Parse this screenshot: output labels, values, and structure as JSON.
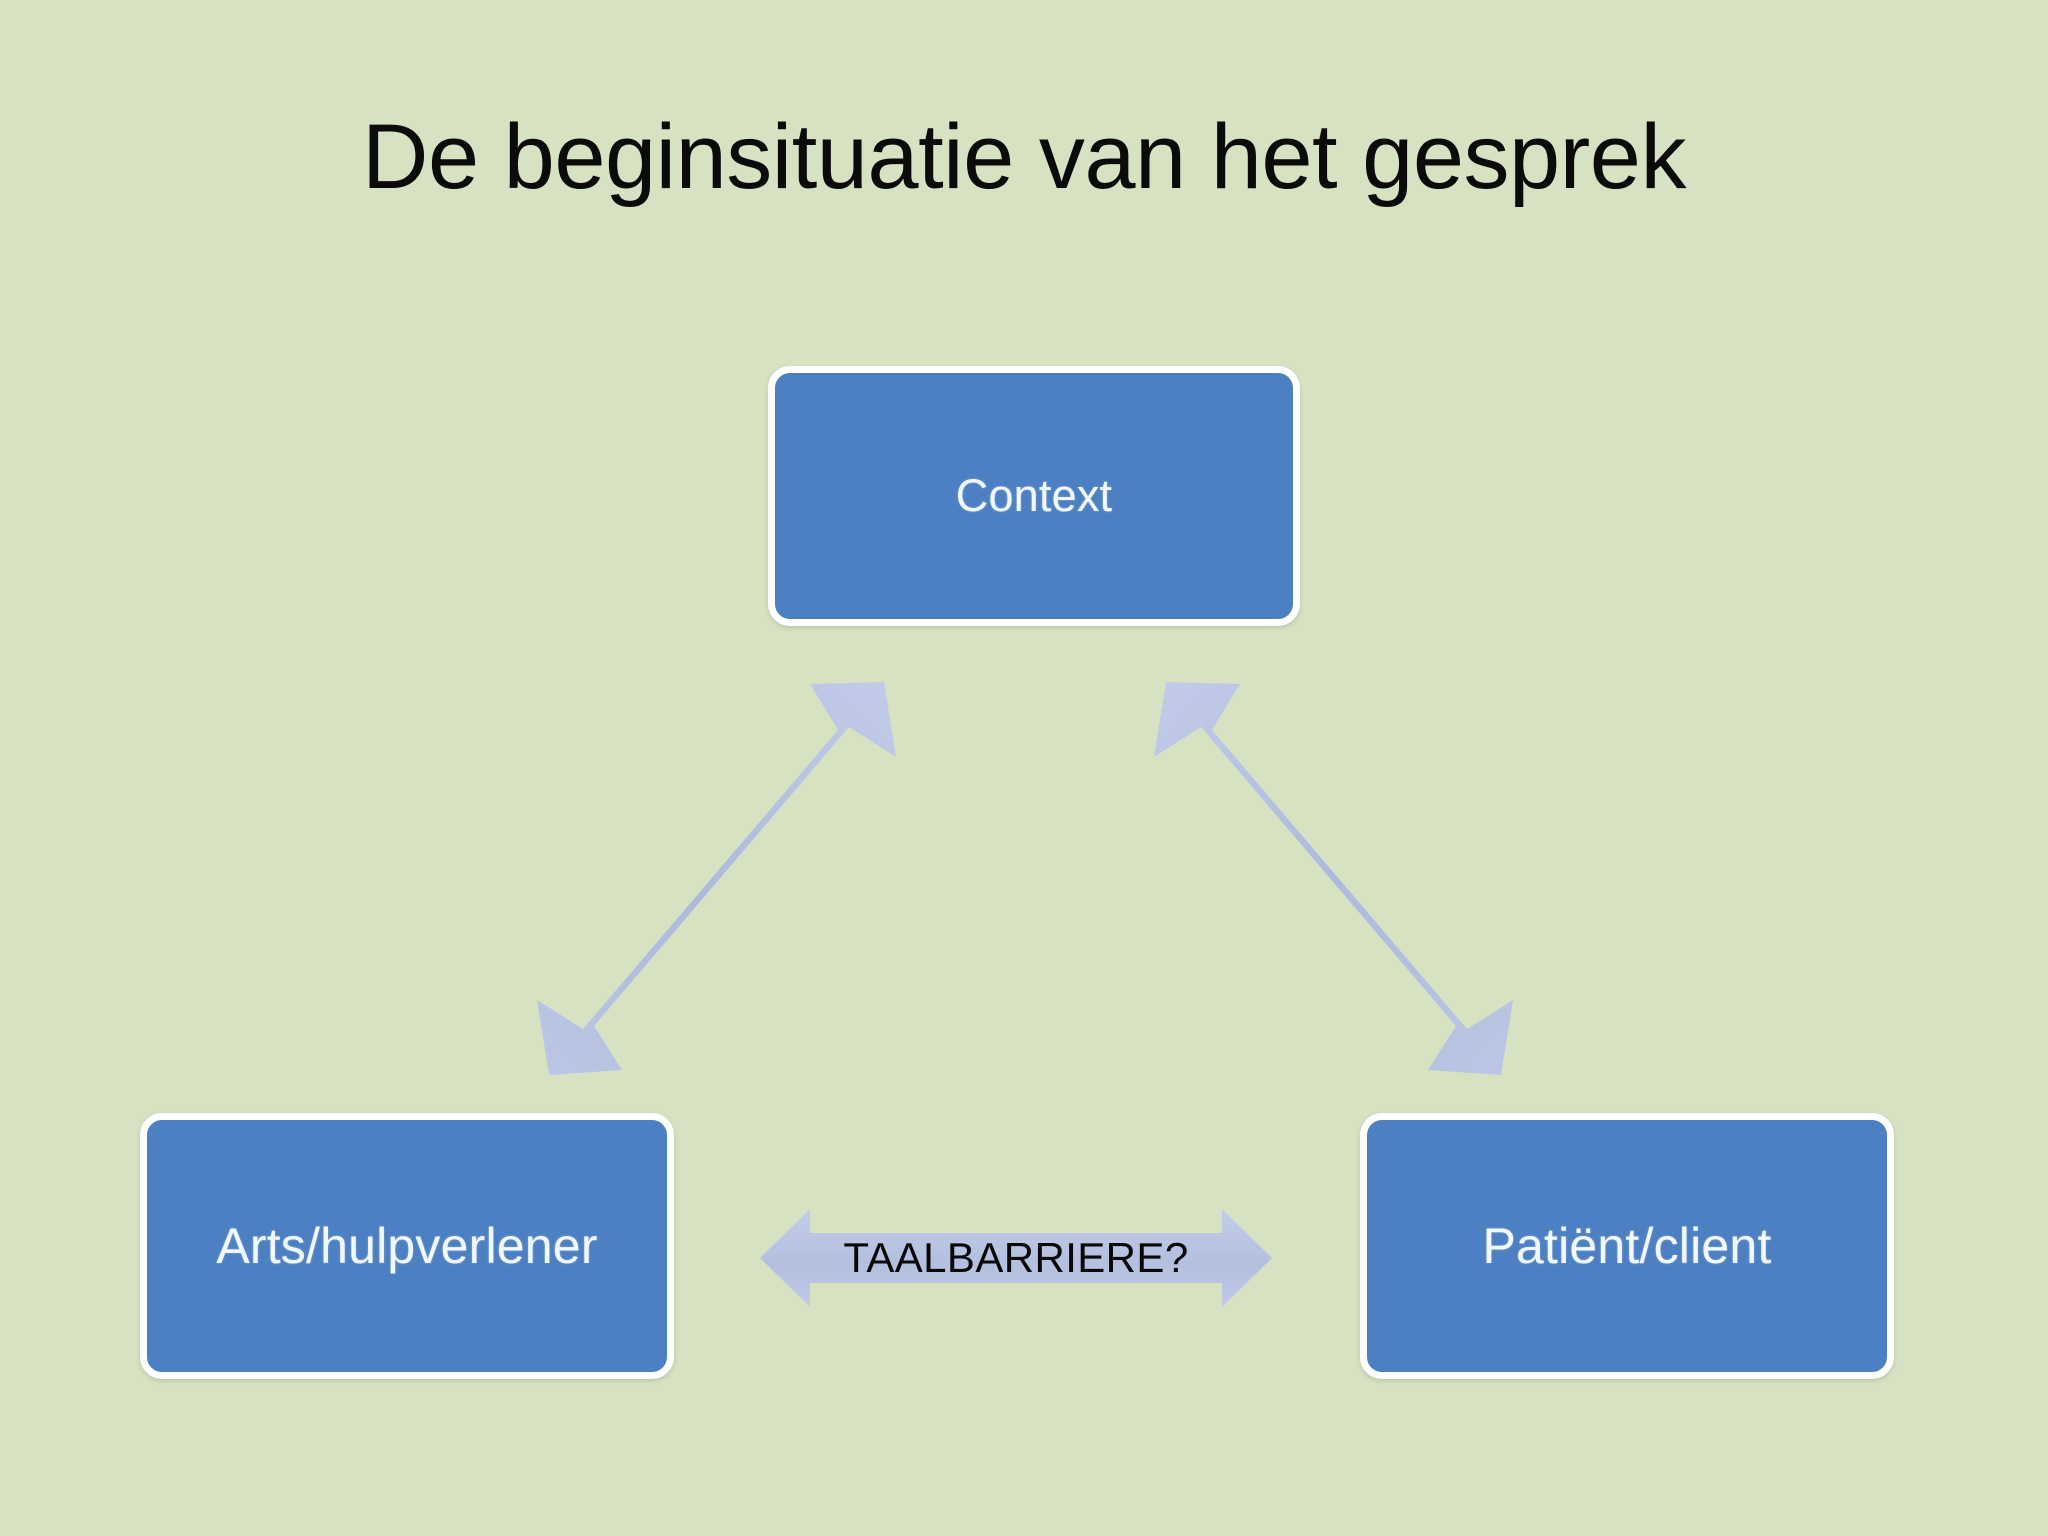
{
  "slide": {
    "title": "De beginsituatie van het gesprek",
    "background_color": "#d7e2c3"
  },
  "diagram": {
    "type": "triangle-relationship",
    "node_fill_color": "#4c80c2",
    "node_border_color": "#ffffff",
    "node_text_color": "#f3f8ff",
    "arrow_color": "#b2bfdf",
    "nodes": [
      {
        "id": "context",
        "label": "Context",
        "position": "top-center"
      },
      {
        "id": "provider",
        "label": "Arts/hulpverlener",
        "position": "bottom-left"
      },
      {
        "id": "patient",
        "label": "Patiënt/client",
        "position": "bottom-right"
      }
    ],
    "connectors": [
      {
        "id": "context-provider",
        "from": "context",
        "to": "provider",
        "style": "double-headed",
        "label": ""
      },
      {
        "id": "context-patient",
        "from": "context",
        "to": "patient",
        "style": "double-headed",
        "label": ""
      },
      {
        "id": "provider-patient",
        "from": "provider",
        "to": "patient",
        "style": "double-headed",
        "label": "TAALBARRIERE?"
      }
    ]
  }
}
